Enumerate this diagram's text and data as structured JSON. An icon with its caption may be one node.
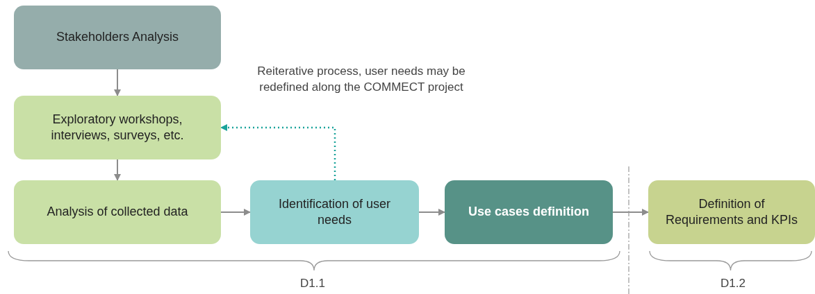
{
  "diagram": {
    "nodes": [
      {
        "text": [
          "Stakeholders Analysis"
        ]
      },
      {
        "text": [
          "Exploratory workshops, interviews, surveys, etc."
        ]
      },
      {
        "text": [
          "Analysis of collected data"
        ]
      },
      {
        "text": [
          "Identification of user needs"
        ]
      },
      {
        "text": [
          "Use cases definition"
        ]
      },
      {
        "text": [
          "Definition of Requirements and KPIs"
        ]
      }
    ],
    "edges": [
      {
        "from": 0,
        "to": 1,
        "arrow": "to"
      },
      {
        "from": 1,
        "to": 2,
        "arrow": "to"
      },
      {
        "from": 2,
        "to": 3,
        "arrow": "to"
      },
      {
        "from": 3,
        "to": 4,
        "arrow": "to"
      },
      {
        "from": 4,
        "to": 5,
        "arrow": "to"
      },
      {
        "from": 3,
        "to": 1,
        "arrow": "to",
        "style": "dashed",
        "color": "#1aa39a"
      }
    ],
    "labels": [
      "Reiterative process, user needs may be redefined along the COMMECT project",
      "D1.1",
      "D1.2"
    ]
  }
}
